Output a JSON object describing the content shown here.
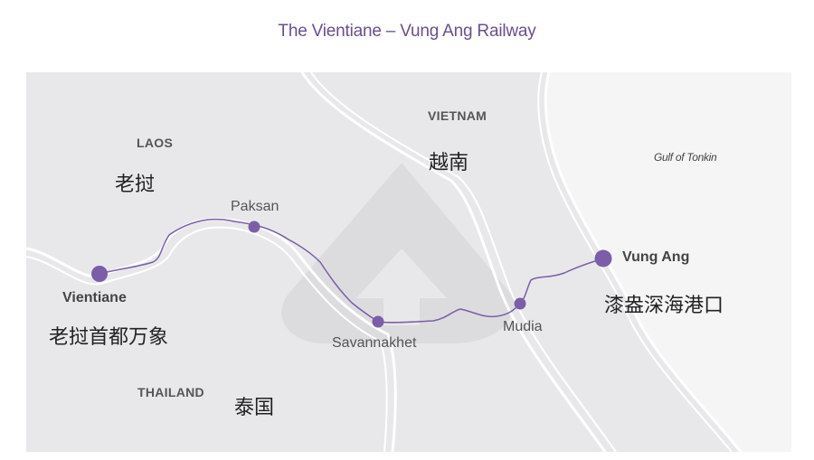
{
  "title": "The Vientiane – Vung Ang Railway",
  "countries": {
    "laos": "LAOS",
    "laos_cn": "老挝",
    "vietnam": "VIETNAM",
    "vietnam_cn": "越南",
    "thailand": "THAILAND",
    "thailand_cn": "泰国"
  },
  "sea_label": "Gulf of Tonkin",
  "stations": {
    "vientiane": "Vientiane",
    "vientiane_cn": "老挝首都万象",
    "paksan": "Paksan",
    "savannakhet": "Savannakhet",
    "mudia": "Mudia",
    "vung_ang": "Vung Ang",
    "vung_ang_cn": "漆盎深海港口"
  },
  "colors": {
    "route": "#7b5ea7",
    "land": "#e8e8ea",
    "sea": "#f5f5f6",
    "border": "#ffffff",
    "title": "#6b4e8e"
  }
}
